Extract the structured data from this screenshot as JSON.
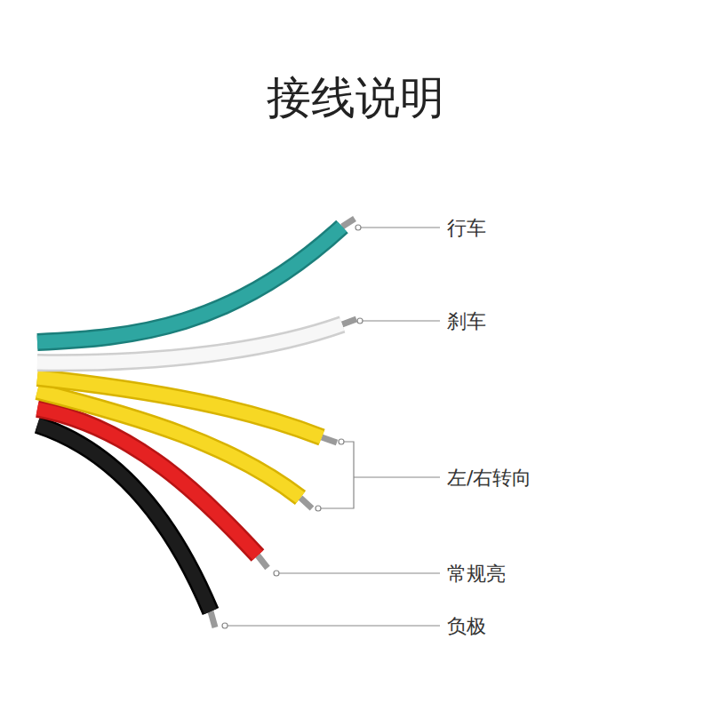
{
  "diagram": {
    "title": "接线说明",
    "labels": [
      "行车",
      "刹车",
      "左/右转向",
      "常规亮",
      "负极"
    ]
  }
}
